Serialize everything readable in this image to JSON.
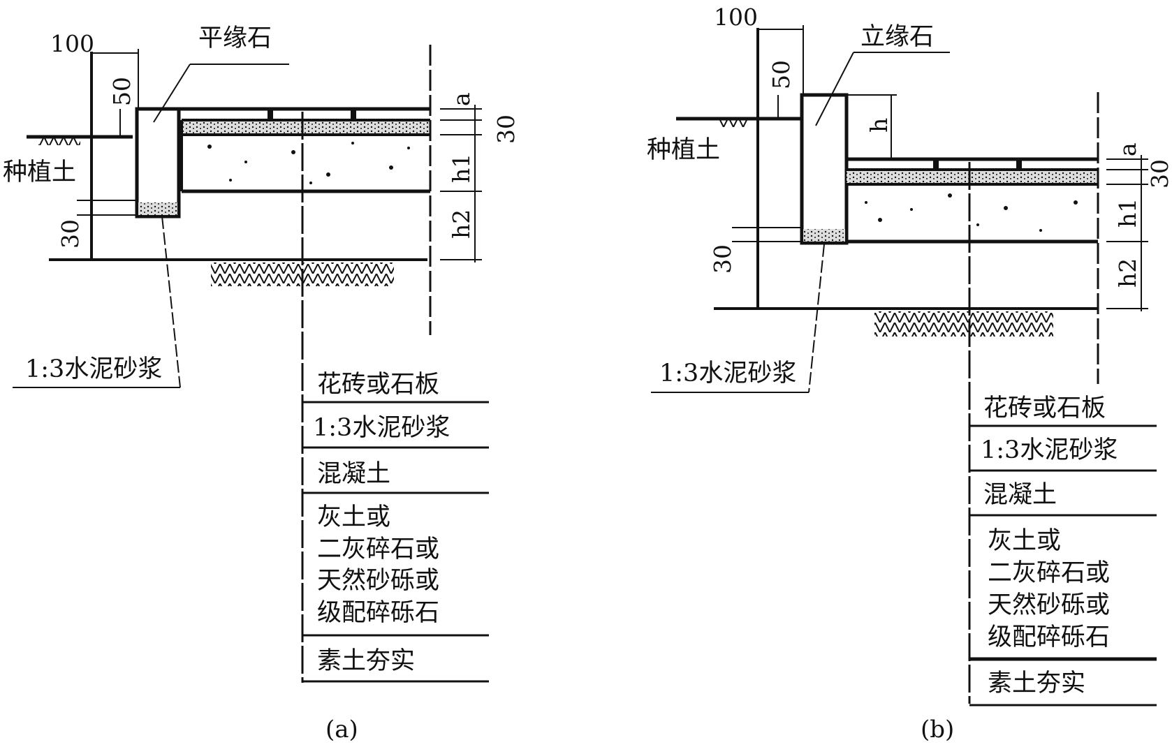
{
  "panel_a": {
    "caption": "(a)",
    "curb_label": "平缘石",
    "soil_label": "种植土",
    "mortar_label": "1:3水泥砂浆",
    "dims": {
      "d100": "100",
      "d50": "50",
      "d30_left": "30",
      "a": "a",
      "d30_right": "30",
      "h1": "h1",
      "h2": "h2"
    },
    "layers": [
      "花砖或石板",
      "1:3水泥砂浆",
      "混凝土",
      "灰土或",
      "二灰碎石或",
      "天然砂砾或",
      "级配碎砾石",
      "素土夯实"
    ]
  },
  "panel_b": {
    "caption": "(b)",
    "curb_label": "立缘石",
    "soil_label": "种植土",
    "mortar_label": "1:3水泥砂浆",
    "dims": {
      "d100": "100",
      "d50": "50",
      "h": "h",
      "d30_left": "30",
      "a": "a",
      "d30_right": "30",
      "h1": "h1",
      "h2": "h2"
    },
    "layers": [
      "花砖或石板",
      "1:3水泥砂浆",
      "混凝土",
      "灰土或",
      "二灰碎石或",
      "天然砂砾或",
      "级配碎砾石",
      "素土夯实"
    ]
  }
}
